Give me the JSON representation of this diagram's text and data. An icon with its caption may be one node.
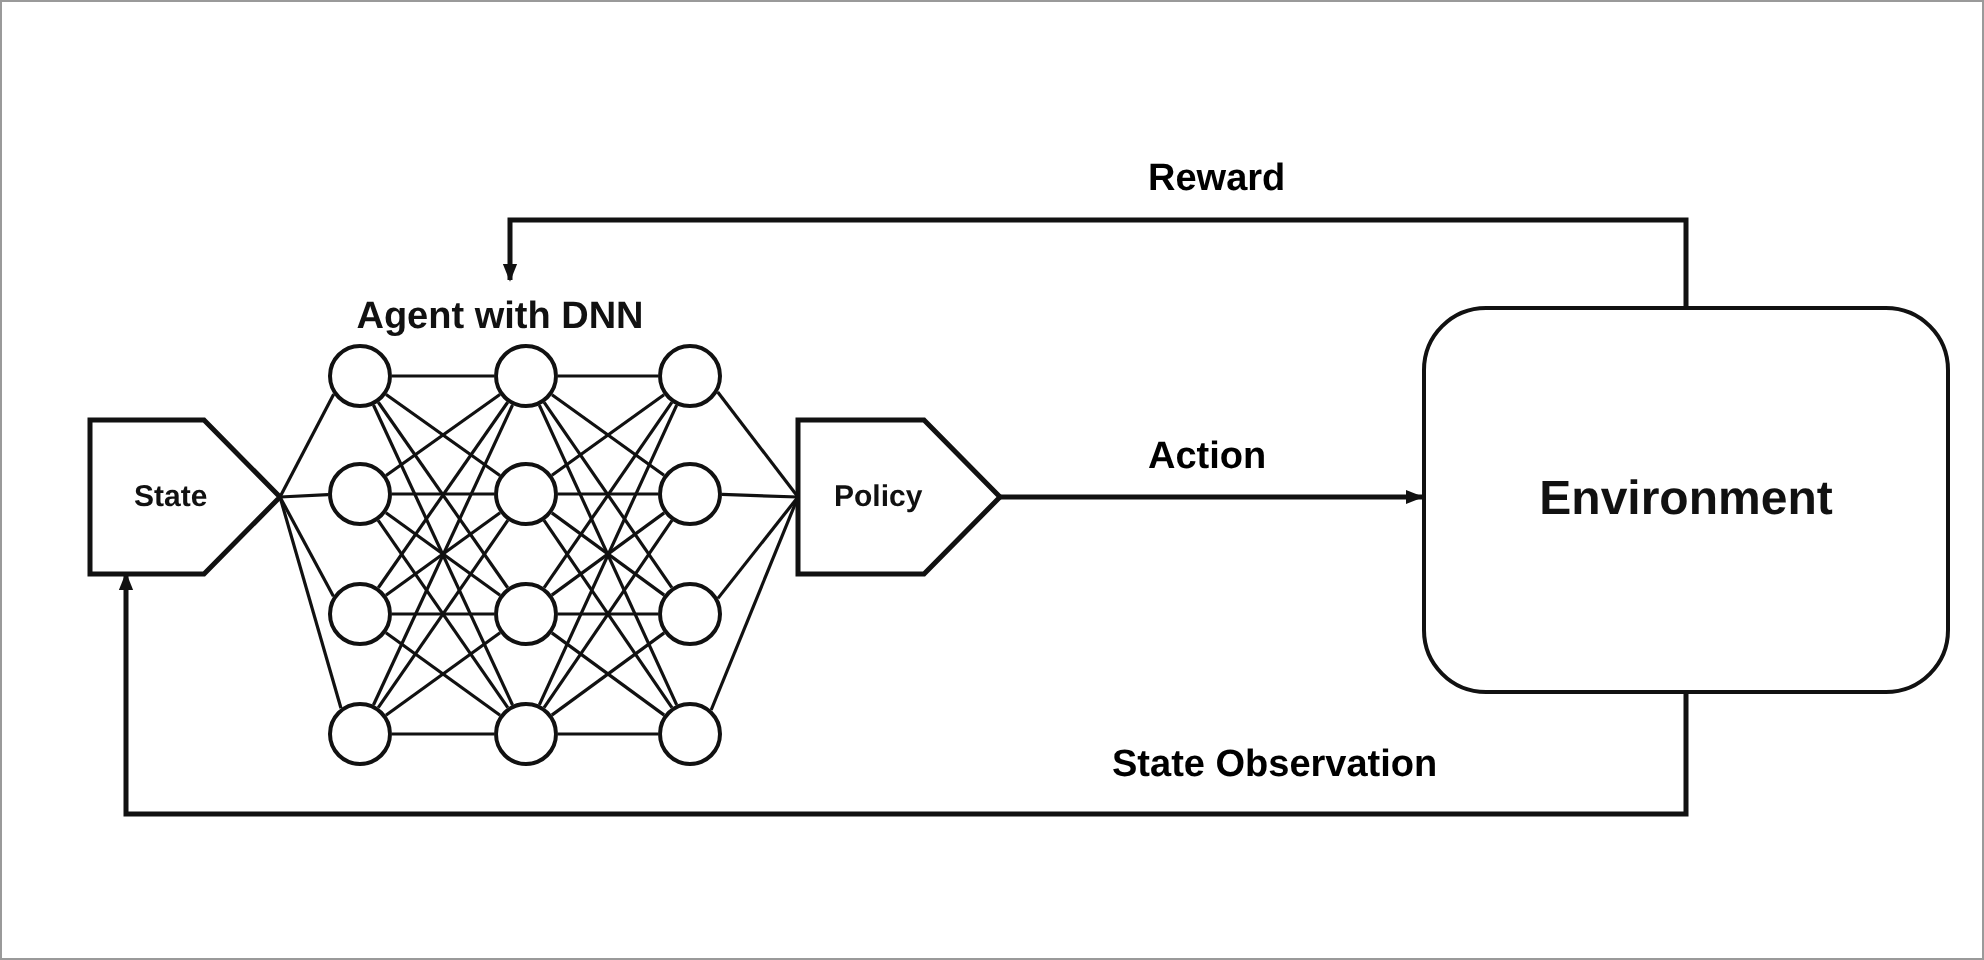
{
  "diagram": {
    "nodes": [
      {
        "text": [
          "Agent with DNN"
        ]
      },
      {
        "text": [
          "State"
        ]
      },
      {
        "text": [],
        "shape": "circle"
      },
      {
        "text": [],
        "shape": "circle"
      },
      {
        "text": [],
        "shape": "circle"
      },
      {
        "text": [],
        "shape": "circle"
      },
      {
        "text": [],
        "shape": "circle"
      },
      {
        "text": [],
        "shape": "circle"
      },
      {
        "text": [],
        "shape": "circle"
      },
      {
        "text": [],
        "shape": "circle"
      },
      {
        "text": [],
        "shape": "circle"
      },
      {
        "text": [],
        "shape": "circle"
      },
      {
        "text": [],
        "shape": "circle"
      },
      {
        "text": [],
        "shape": "circle"
      },
      {
        "text": [
          "Policy"
        ]
      },
      {
        "text": [
          "Environment"
        ]
      }
    ],
    "edges": [
      {
        "from": 14,
        "to": 15,
        "arrow": "to",
        "label": "Action"
      },
      {
        "from": 15,
        "to": 0,
        "arrow": "to",
        "label": "Reward"
      },
      {
        "from": 15,
        "to": 1,
        "arrow": "to",
        "label": "State Observation"
      },
      {
        "from": 1,
        "to": 2,
        "arrow": "none"
      },
      {
        "from": 1,
        "to": 3,
        "arrow": "none"
      },
      {
        "from": 1,
        "to": 4,
        "arrow": "none"
      },
      {
        "from": 1,
        "to": 5,
        "arrow": "none"
      },
      {
        "from": 2,
        "to": 6,
        "arrow": "none"
      },
      {
        "from": 2,
        "to": 7,
        "arrow": "none"
      },
      {
        "from": 2,
        "to": 8,
        "arrow": "none"
      },
      {
        "from": 2,
        "to": 9,
        "arrow": "none"
      },
      {
        "from": 3,
        "to": 6,
        "arrow": "none"
      },
      {
        "from": 3,
        "to": 7,
        "arrow": "none"
      },
      {
        "from": 3,
        "to": 8,
        "arrow": "none"
      },
      {
        "from": 3,
        "to": 9,
        "arrow": "none"
      },
      {
        "from": 4,
        "to": 6,
        "arrow": "none"
      },
      {
        "from": 4,
        "to": 7,
        "arrow": "none"
      },
      {
        "from": 4,
        "to": 8,
        "arrow": "none"
      },
      {
        "from": 4,
        "to": 9,
        "arrow": "none"
      },
      {
        "from": 5,
        "to": 6,
        "arrow": "none"
      },
      {
        "from": 5,
        "to": 7,
        "arrow": "none"
      },
      {
        "from": 5,
        "to": 8,
        "arrow": "none"
      },
      {
        "from": 5,
        "to": 9,
        "arrow": "none"
      },
      {
        "from": 6,
        "to": 10,
        "arrow": "none"
      },
      {
        "from": 6,
        "to": 11,
        "arrow": "none"
      },
      {
        "from": 6,
        "to": 12,
        "arrow": "none"
      },
      {
        "from": 6,
        "to": 13,
        "arrow": "none"
      },
      {
        "from": 7,
        "to": 10,
        "arrow": "none"
      },
      {
        "from": 7,
        "to": 11,
        "arrow": "none"
      },
      {
        "from": 7,
        "to": 12,
        "arrow": "none"
      },
      {
        "from": 7,
        "to": 13,
        "arrow": "none"
      },
      {
        "from": 8,
        "to": 10,
        "arrow": "none"
      },
      {
        "from": 8,
        "to": 11,
        "arrow": "none"
      },
      {
        "from": 8,
        "to": 12,
        "arrow": "none"
      },
      {
        "from": 8,
        "to": 13,
        "arrow": "none"
      },
      {
        "from": 9,
        "to": 10,
        "arrow": "none"
      },
      {
        "from": 9,
        "to": 11,
        "arrow": "none"
      },
      {
        "from": 9,
        "to": 12,
        "arrow": "none"
      },
      {
        "from": 9,
        "to": 13,
        "arrow": "none"
      },
      {
        "from": 10,
        "to": 14,
        "arrow": "none"
      },
      {
        "from": 11,
        "to": 14,
        "arrow": "none"
      },
      {
        "from": 12,
        "to": 14,
        "arrow": "none"
      },
      {
        "from": 13,
        "to": 14,
        "arrow": "none"
      }
    ]
  }
}
